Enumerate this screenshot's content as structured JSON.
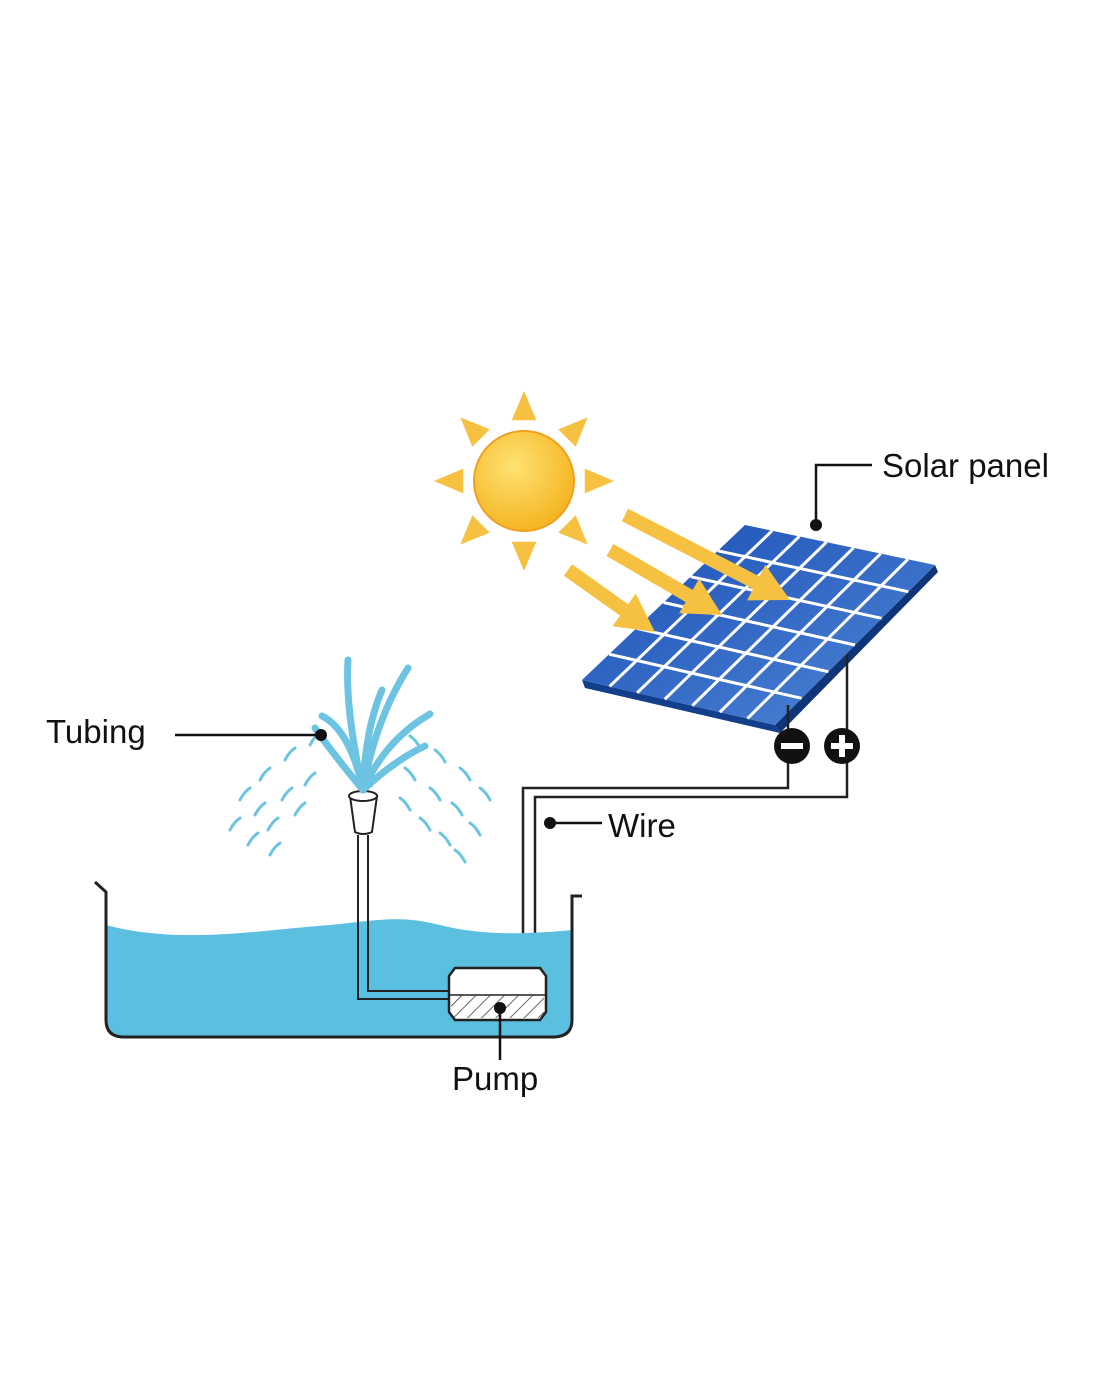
{
  "labels": {
    "solar_panel": "Solar panel",
    "tubing": "Tubing",
    "wire": "Wire",
    "pump": "Pump"
  },
  "terminals": {
    "negative": "−",
    "positive": "+"
  },
  "colors": {
    "sun": "#f7c231",
    "sun_edge": "#f0a020",
    "ray": "#f6c140",
    "panel": "#1f5bbf",
    "panel_dark": "#123e8c",
    "water": "#5bbfe0",
    "spray": "#6cc3e2",
    "line": "#111111"
  },
  "panel_grid": {
    "columns": 7,
    "rows": 6
  }
}
